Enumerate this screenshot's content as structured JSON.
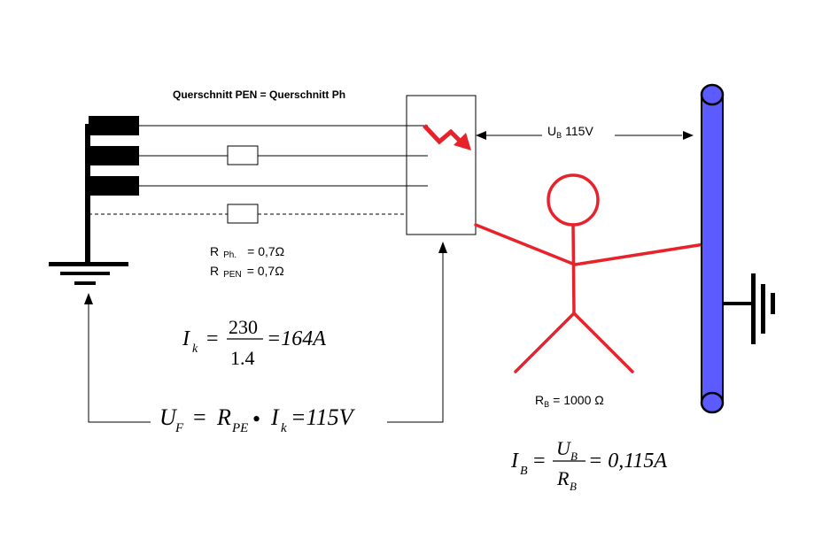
{
  "title": "Querschnitt PEN = Querschnitt Ph",
  "voltage_label": {
    "symbol": "U",
    "sub": "B",
    "value": "115V"
  },
  "resistances": {
    "ph": {
      "symbol": "R",
      "sub": "Ph.",
      "value": "= 0,7Ω"
    },
    "pen": {
      "symbol": "R",
      "sub": "PEN",
      "value": "= 0,7Ω"
    }
  },
  "body_resistance": {
    "symbol": "R",
    "sub": "B",
    "value": "= 1000 Ω"
  },
  "formula_ik": {
    "lhs": "I",
    "lhs_sub": "k",
    "numerator": "230",
    "denominator": "1.4",
    "result": "=164A"
  },
  "formula_uf": {
    "lhs": "U",
    "lhs_sub": "F",
    "r": "R",
    "r_sub": "PE",
    "dot": "•",
    "i": "I",
    "i_sub": "k",
    "result": "=115V"
  },
  "formula_ib": {
    "lhs": "I",
    "lhs_sub": "B",
    "num": "U",
    "num_sub": "B",
    "den": "R",
    "den_sub": "B",
    "result": "= 0,115A"
  },
  "colors": {
    "line": "#000000",
    "person": "#e8222a",
    "flash": "#e8222a",
    "conductor": "#5b5bff"
  },
  "icons": [
    "ground-symbol",
    "lightning-flash-icon",
    "stick-figure-person",
    "grounded-metal-pipe"
  ]
}
